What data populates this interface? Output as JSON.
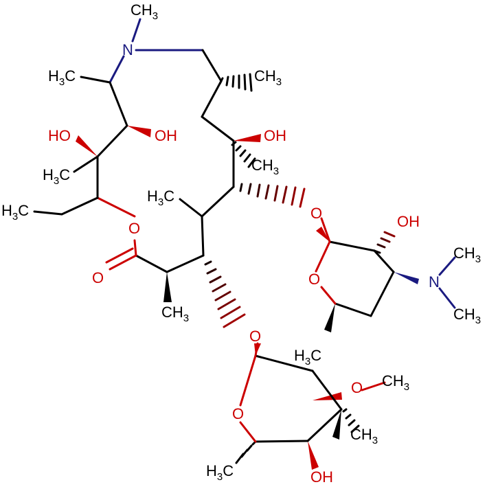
{
  "colors": {
    "bond": "#000000",
    "carbon_label": "#000000",
    "oxygen": "#cc0000",
    "nitrogen": "#1a1a80"
  },
  "atoms": {
    "ch3_top": "CH",
    "ch3_top_sub": "3",
    "n_ring": "N",
    "h3c_left": "H",
    "h3c_left_sub": "3",
    "h3c_left_c": "C",
    "ch3_right": "CH",
    "ch3_right_sub": "3",
    "ho_1": "HO",
    "oh_1": "OH",
    "oh_2": "OH",
    "h3c_2": "H",
    "h3c_2_sub": "3",
    "h3c_2_c": "C",
    "ch3_3": "CH",
    "ch3_3_sub": "3",
    "h3c_3": "H",
    "h3c_3_sub": "3",
    "h3c_3_c": "C",
    "h3c_ethyl": "H",
    "h3c_ethyl_sub": "3",
    "h3c_ethyl_c": "C",
    "o_ring": "O",
    "o_carbonyl": "O",
    "o_glyco_1": "O",
    "oh_3": "OH",
    "n_dimethyl": "N",
    "ch3_n1": "CH",
    "ch3_n1_sub": "3",
    "ch3_n2": "CH",
    "ch3_n2_sub": "3",
    "ch3_4": "CH",
    "ch3_4_sub": "3",
    "o_pyran_1": "O",
    "h3c_4": "H",
    "h3c_4_sub": "3",
    "h3c_4_c": "C",
    "o_glyco_2": "O",
    "o_methoxy": "O",
    "ch3_methoxy": "CH",
    "ch3_methoxy_sub": "3",
    "ch3_5": "CH",
    "ch3_5_sub": "3",
    "o_pyran_2": "O",
    "h3c_5": "H",
    "h3c_5_sub": "3",
    "h3c_5_c": "C",
    "oh_4": "OH"
  }
}
